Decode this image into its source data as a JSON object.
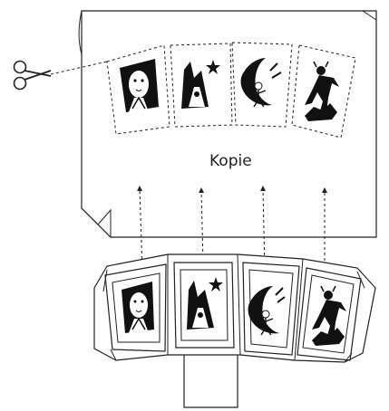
{
  "labels": {
    "copy_sheet": "Kopie"
  },
  "icons": {
    "cutting_tool": "scissors-icon",
    "card_1": "sun-moon-face-figure",
    "card_2": "figure-with-star",
    "card_3": "crescent-moon-with-figure",
    "card_4": "devil-dancing-figure"
  },
  "colors": {
    "line": "#222222",
    "background": "#ffffff",
    "ink": "#111111"
  }
}
